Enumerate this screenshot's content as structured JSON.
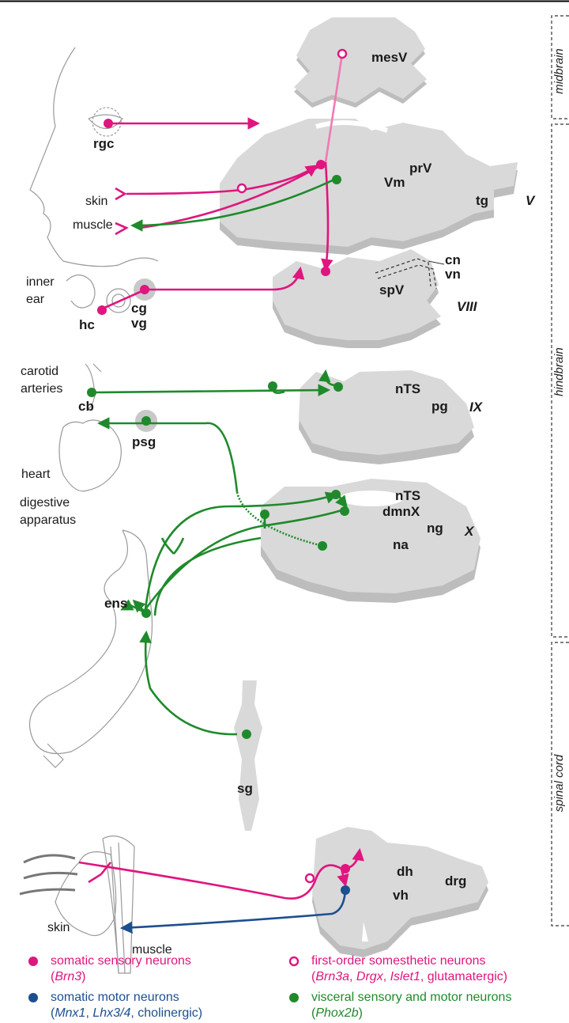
{
  "regions": {
    "midbrain": "midbrain",
    "hindbrain": "hindbrain",
    "spinal_cord": "spinal cord"
  },
  "labels": {
    "mesV": "mesV",
    "rgc": "rgc",
    "prV": "prV",
    "Vm": "Vm",
    "tg": "tg",
    "V": "V",
    "skin_face": "skin",
    "muscle_face": "muscle",
    "cn": "cn",
    "vn": "vn",
    "spV": "spV",
    "VIII": "VIII",
    "inner": "inner",
    "ear": "ear",
    "hc": "hc",
    "cg": "cg",
    "vg": "vg",
    "carotid": "carotid",
    "arteries": "arteries",
    "cb": "cb",
    "nTS": "nTS",
    "pg": "pg",
    "IX": "IX",
    "psg": "psg",
    "heart": "heart",
    "nTS2": "nTS",
    "dmnX": "dmnX",
    "ng": "ng",
    "na": "na",
    "X": "X",
    "digestive": "digestive",
    "apparatus": "apparatus",
    "ens": "ens",
    "sg": "sg",
    "dh": "dh",
    "drg": "drg",
    "vh": "vh",
    "skin_leg": "skin",
    "muscle_leg": "muscle"
  },
  "legend": {
    "somatic_sensory": {
      "title": "somatic sensory neurons",
      "genes": "Brn3"
    },
    "somatic_motor": {
      "title": "somatic motor neurons",
      "gene1": "Mnx1",
      "gene2": "Lhx3/4",
      "rest": "cholinergic"
    },
    "first_order": {
      "title": "first-order somesthetic neurons",
      "gene1": "Brn3a",
      "gene2": "Drgx",
      "gene3": "Islet1",
      "rest": "glutamatergic"
    },
    "visceral": {
      "title": "visceral sensory and motor neurons",
      "genes": "Phox2b"
    }
  },
  "colors": {
    "somatic_sensory": "#e0157f",
    "somatic_motor": "#1d4f8f",
    "visceral": "#1f8a2b",
    "tissue": "#d9d9d9",
    "tissue_shadow": "#bdbdbd"
  }
}
